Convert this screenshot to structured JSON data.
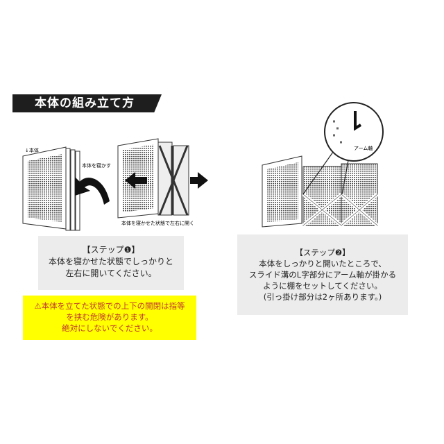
{
  "title": "本体の組み立て方",
  "illustration_labels": {
    "body": "↓本体",
    "lay_down": "本体を寝かす",
    "open_lr": "本体を寝かせた状態で左右に開く",
    "arm_axis": "アーム軸"
  },
  "step1": {
    "heading": "【ステップ❶】",
    "lines": [
      "本体を寝かせた状態でしっかりと",
      "左右に開いてください。"
    ]
  },
  "warning": {
    "icon": "warning-triangle-icon",
    "lines": [
      "本体を立てた状態での上下の開閉は指等",
      "を挟む危険があります。",
      "絶対にしないでください。"
    ],
    "color": "#c0392b",
    "background": "#ffff00"
  },
  "step2": {
    "heading": "【ステップ❷】",
    "lines": [
      "本体をしっかりと開いたところで、",
      "スライド溝のL字部分にアーム軸が掛かる",
      "ように棚をセットしてください。",
      "(引っ掛け部分は2ヶ所あります。)"
    ]
  }
}
